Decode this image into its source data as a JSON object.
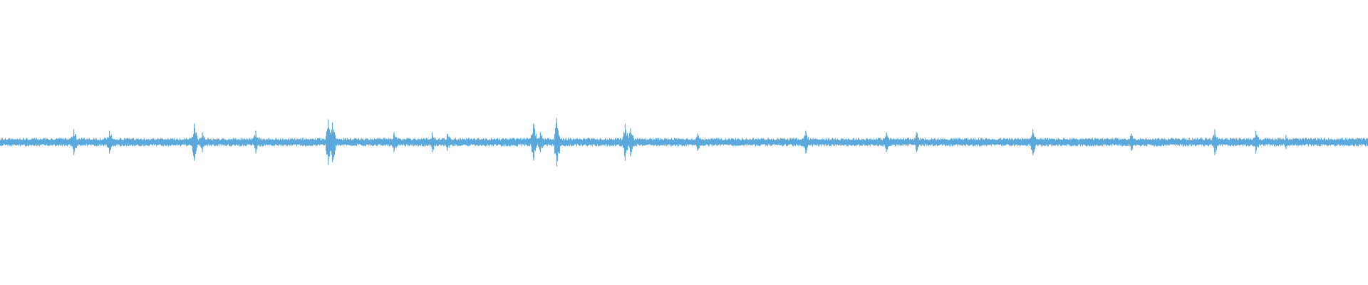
{
  "waveform": {
    "color": "#5ba8dc",
    "background": "#ffffff",
    "amplitude_range": [
      -1,
      1
    ],
    "baseline_level": 0.03,
    "peaks": [
      {
        "position": 0.054,
        "level": 0.09
      },
      {
        "position": 0.08,
        "level": 0.08
      },
      {
        "position": 0.142,
        "level": 0.13
      },
      {
        "position": 0.148,
        "level": 0.07
      },
      {
        "position": 0.187,
        "level": 0.08
      },
      {
        "position": 0.24,
        "level": 0.16
      },
      {
        "position": 0.243,
        "level": 0.14
      },
      {
        "position": 0.288,
        "level": 0.07
      },
      {
        "position": 0.316,
        "level": 0.07
      },
      {
        "position": 0.327,
        "level": 0.06
      },
      {
        "position": 0.39,
        "level": 0.13
      },
      {
        "position": 0.395,
        "level": 0.07
      },
      {
        "position": 0.407,
        "level": 0.17
      },
      {
        "position": 0.457,
        "level": 0.13
      },
      {
        "position": 0.461,
        "level": 0.1
      },
      {
        "position": 0.51,
        "level": 0.06
      },
      {
        "position": 0.589,
        "level": 0.08
      },
      {
        "position": 0.648,
        "level": 0.07
      },
      {
        "position": 0.67,
        "level": 0.07
      },
      {
        "position": 0.755,
        "level": 0.09
      },
      {
        "position": 0.827,
        "level": 0.06
      },
      {
        "position": 0.888,
        "level": 0.09
      },
      {
        "position": 0.918,
        "level": 0.08
      },
      {
        "position": 0.94,
        "level": 0.05
      }
    ]
  }
}
